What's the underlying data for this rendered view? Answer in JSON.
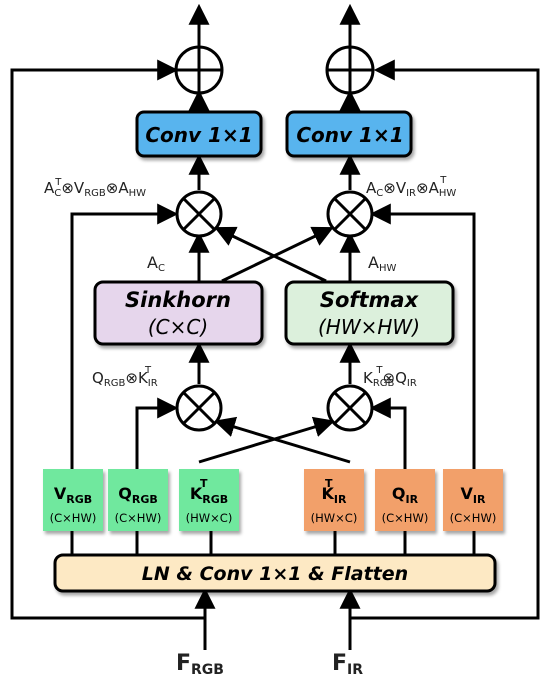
{
  "colors": {
    "conv": "#58b4ee",
    "sinkhorn": "#e6d6ec",
    "softmax": "#dcf0dc",
    "rgb_tokens": "#6fe89e",
    "ir_tokens": "#f2a06a",
    "flatten": "#fde9c4",
    "line": "#000000"
  },
  "conv_left": "Conv 1×1",
  "conv_right": "Conv 1×1",
  "sinkhorn": {
    "title": "Sinkhorn",
    "dims": "(C×C)"
  },
  "softmax": {
    "title": "Softmax",
    "dims": "(HW×HW)"
  },
  "flatten": "LN & Conv 1×1 & Flatten",
  "labels": {
    "left_top": {
      "p1": "A",
      "p1_sub": "C",
      "p1_sup": "T",
      "p2": "⊗V",
      "p2_sub": "RGB",
      "p3": "⊗A",
      "p3_sub": "HW"
    },
    "right_top": {
      "p1": "A",
      "p1_sub": "C",
      "p2": "⊗V",
      "p2_sub": "IR",
      "p3": "⊗A",
      "p3_sub": "HW",
      "p3_sup": "T"
    },
    "a_c": {
      "main": "A",
      "sub": "C"
    },
    "a_hw": {
      "main": "A",
      "sub": "HW"
    },
    "left_mid": {
      "p1": "Q",
      "p1_sub": "RGB",
      "p2": "⊗K",
      "p2_sub": "IR",
      "p2_sup": "T"
    },
    "right_mid": {
      "p1": "K",
      "p1_sub": "RGB",
      "p1_sup": "T",
      "p2": "⊗Q",
      "p2_sub": "IR"
    }
  },
  "tokens": [
    {
      "main": "V",
      "sub": "RGB",
      "sup": "",
      "dims": "(C×HW)",
      "group": "rgb"
    },
    {
      "main": "Q",
      "sub": "RGB",
      "sup": "",
      "dims": "(C×HW)",
      "group": "rgb"
    },
    {
      "main": "K",
      "sub": "RGB",
      "sup": "T",
      "dims": "(HW×C)",
      "group": "rgb"
    },
    {
      "main": "K",
      "sub": "IR",
      "sup": "T",
      "dims": "(HW×C)",
      "group": "ir"
    },
    {
      "main": "Q",
      "sub": "IR",
      "sup": "",
      "dims": "(C×HW)",
      "group": "ir"
    },
    {
      "main": "V",
      "sub": "IR",
      "sup": "",
      "dims": "(C×HW)",
      "group": "ir"
    }
  ],
  "inputs": {
    "rgb": {
      "main": "F",
      "sub": "RGB"
    },
    "ir": {
      "main": "F",
      "sub": "IR"
    }
  }
}
